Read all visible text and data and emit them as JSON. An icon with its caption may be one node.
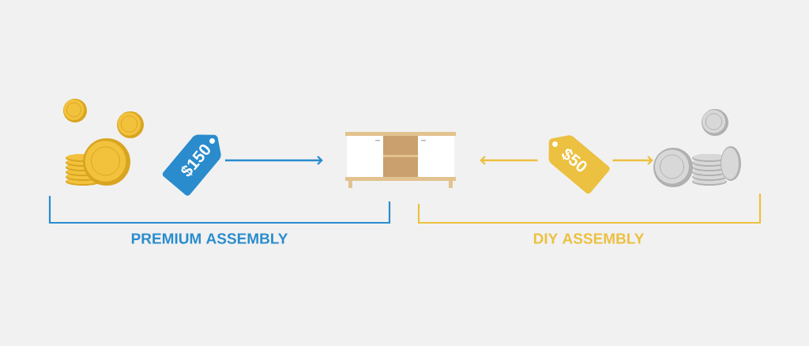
{
  "diagram": {
    "nodes": [
      {
        "text": [],
        "shape": "picture"
      },
      {
        "text": [
          "$150"
        ]
      },
      {
        "text": [],
        "shape": "picture"
      },
      {
        "text": [
          "$50"
        ]
      },
      {
        "text": [],
        "shape": "picture"
      }
    ],
    "edges": [
      {
        "from": 1,
        "to": 2,
        "arrow": "to",
        "color": "#2a8ccd"
      },
      {
        "from": 3,
        "to": 2,
        "arrow": "to"
      },
      {
        "from": 3,
        "to": 4,
        "arrow": "to"
      }
    ],
    "labels": [
      "PREMIUM ASSEMBLY",
      "DIY ASSEMBLY"
    ]
  }
}
